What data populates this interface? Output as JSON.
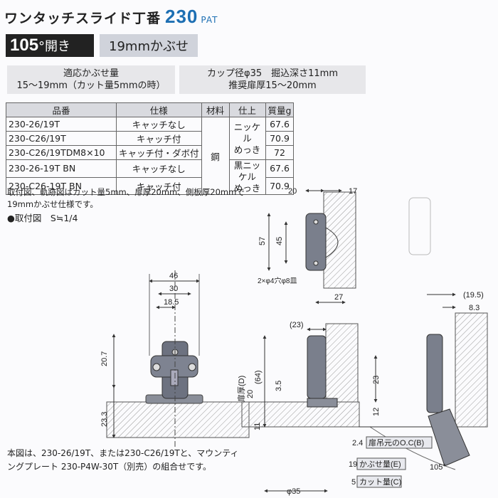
{
  "header": {
    "title": "ワンタッチスライド丁番",
    "model": "230",
    "pat": "PAT"
  },
  "badges": {
    "angle_value": "105",
    "angle_suffix": "°開き",
    "overlay": "19mmかぶせ"
  },
  "info": {
    "left_line1": "適応かぶせ量",
    "left_line2": "15～19mm（カット量5mmの時）",
    "right_line1": "カップ径φ35　掘込深さ11mm",
    "right_line2": "推奨扉厚15～20mm"
  },
  "table": {
    "headers": [
      "品番",
      "仕様",
      "材料",
      "仕上",
      "質量g"
    ],
    "material": "鋼",
    "finish_nickel": "ニッケル\nめっき",
    "finish_black": "黒ニッケル\nめっき",
    "rows": [
      {
        "part": "230-26/19T",
        "spec": "キャッチなし",
        "mass": "67.6"
      },
      {
        "part": "230-C26/19T",
        "spec": "キャッチ付",
        "mass": "70.9"
      },
      {
        "part": "230-C26/19TDM8×10",
        "spec": "キャッチ付・ダボ付",
        "mass": "72"
      },
      {
        "part": "230-26-19T BN",
        "spec": "キャッチなし",
        "mass": "67.6"
      },
      {
        "part": "230-C26-19T BN",
        "spec": "キャッチ付",
        "mass": "70.9"
      }
    ]
  },
  "notes": {
    "mount_note_line1": "取付図、軌跡図はカット量5mm、扉厚20mm、側板厚20mmで",
    "mount_note_line2": "19mmかぶせ仕様です。",
    "drawing_label": "●取付図　S≒1/4",
    "bottom_line1": "本図は、230-26/19T、または230-C26/19Tと、マウンティ",
    "bottom_line2": "ングプレート 230-P4W-30T（別売）の組合せです。"
  },
  "dims": {
    "d46": "46",
    "d30": "30",
    "d18_5": "18.5",
    "d20_7": "20.7",
    "d23_3": "23.3",
    "d20_top": "20",
    "d17": "17",
    "d57": "57",
    "d45": "45",
    "d27": "27",
    "holes": "2×φ4穴φ8皿",
    "d23_paren": "(23)",
    "d64_paren": "(64)",
    "d3_5": "3.5",
    "d20_side": "20",
    "d11": "11",
    "d23": "23",
    "d12": "12",
    "door_thickness": "扉厚(D)",
    "d19_5": "(19.5)",
    "d8_3": "8.3",
    "d2_4": "2.4",
    "oc_label": "扉吊元のO.C(B)",
    "d19": "19",
    "overlay_label": "かぶせ量(E)",
    "d5": "5",
    "cut_label": "カット量(C)",
    "phi35": "φ35",
    "angle105": "105°"
  }
}
